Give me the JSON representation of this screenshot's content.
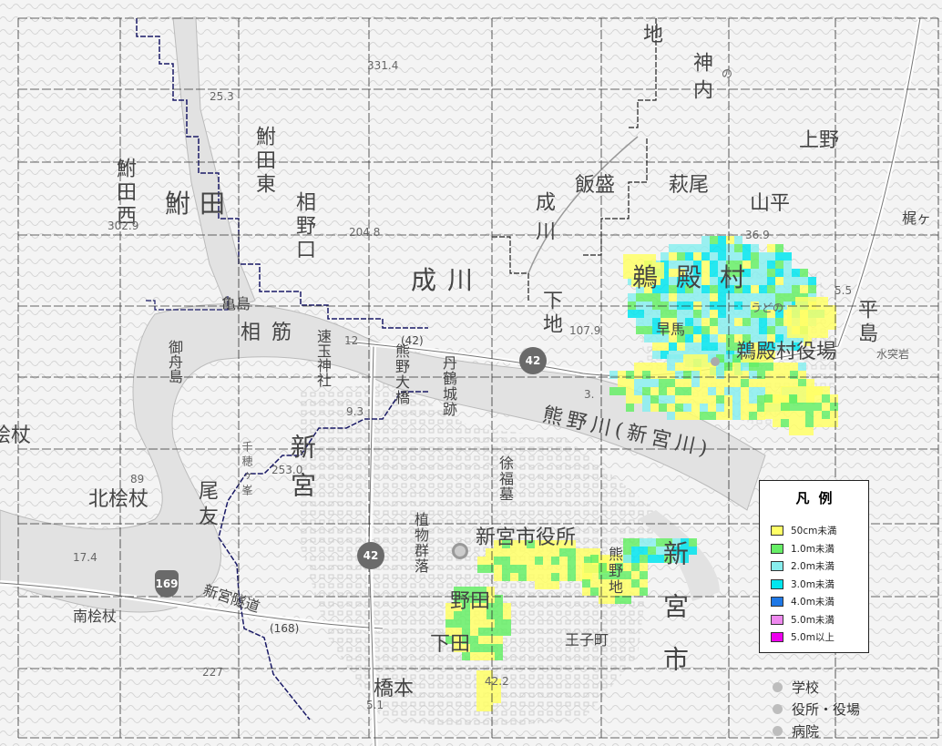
{
  "colors": {
    "river": "#e0e0e0",
    "grid": "#333333",
    "boundary": "#1a1a66",
    "flood": [
      "#ffff66",
      "#66ee66",
      "#88eeee",
      "#00e5ee",
      "#1e78e6",
      "#ee88ee",
      "#ee00ee"
    ]
  },
  "labels": {
    "kamo_village": "鵜殿村",
    "kamo_office": "鵜殿村役場",
    "kaminouchi": "神内",
    "hanare_no": "の",
    "uwano": "上野",
    "hagio": "萩尾",
    "iimori": "飯盛",
    "yamahira": "山平",
    "naruse": "成川",
    "narukawa2": "成川",
    "shimochi": "下地",
    "ai_no_kuchi": "相野口",
    "ayuta_east": "鮒田東",
    "ayuta_west": "鮒田西",
    "ayuta": "鮒田",
    "aisuji": "相筋",
    "kameshima": "亀島",
    "mifunejima": "御舟島",
    "hayatama": "速玉神社",
    "kumano_bridge": "熊野大橋",
    "tanzuru": "丹鶴城跡",
    "jofuku": "徐福墓",
    "kumano_river": "熊野川(新宮川)",
    "shingu_pref": "新宮",
    "shingu_office": "新宮市役所",
    "shingu_city": "新宮市",
    "kumanochi": "熊野地",
    "noda": "野田",
    "shimoda": "下田",
    "ojicho": "王子町",
    "hashimoto": "橋本",
    "kitakuwa": "北桧杖",
    "minamikuwa": "南桧杖",
    "kuwa_partial": "桧杖",
    "oto": "尾友",
    "shokubutsu": "植物群落",
    "sennotaki": "千穂ヶ峯",
    "tunnel": "新宮隧道",
    "hirashima": "平島",
    "mizutsuki": "水突岩",
    "hayauma": "早馬",
    "kaji_partial": "梶ヶ",
    "chi_top": "地",
    "utono": "うどの",
    "elev_331": "331.4",
    "elev_253": "25.3",
    "elev_302": "302.9",
    "elev_204": "204.8",
    "elev_107": "107.9",
    "elev_36": "36.9",
    "elev_253b": "253.0",
    "elev_89": "89",
    "elev_17": "17.4",
    "elev_227": "227",
    "elev_93": "9.3",
    "elev_42": "42.2",
    "elev_51": "5.1",
    "elev_55": "5.5",
    "elev_12": "12",
    "elev_3": "3."
  },
  "routes": {
    "r42a": "42",
    "r42b": "42",
    "r169": "169",
    "r42_paren": "(42)",
    "r168_paren": "(168)"
  },
  "legend": {
    "title": "凡例",
    "items": [
      {
        "label": "50cm未満",
        "color": "#ffff66"
      },
      {
        "label": "1.0m未満",
        "color": "#66ee66"
      },
      {
        "label": "2.0m未満",
        "color": "#88eeee"
      },
      {
        "label": "3.0m未満",
        "color": "#00e5ee"
      },
      {
        "label": "4.0m未満",
        "color": "#1e78e6"
      },
      {
        "label": "5.0m未満",
        "color": "#ee88ee"
      },
      {
        "label": "5.0m以上",
        "color": "#ee00ee"
      }
    ]
  },
  "facilities": [
    {
      "label": "学校"
    },
    {
      "label": "役所・役場"
    },
    {
      "label": "病院"
    }
  ]
}
